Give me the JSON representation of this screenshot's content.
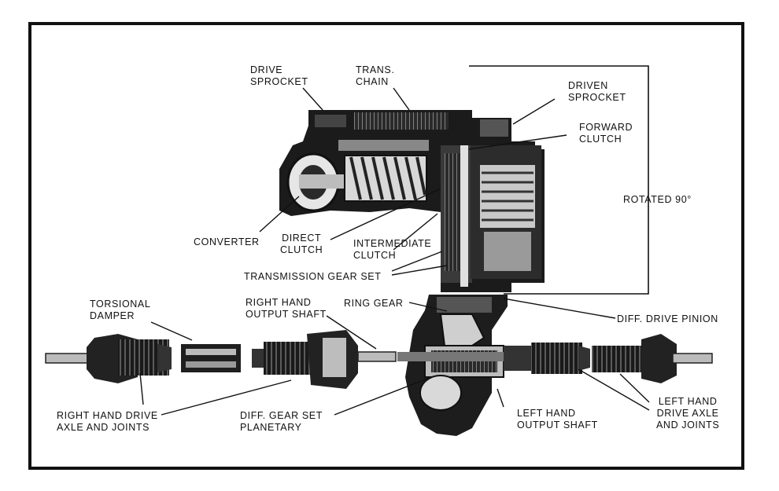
{
  "labels": {
    "drive_sprocket": "DRIVE\nSPROCKET",
    "trans_chain": "TRANS.\nCHAIN",
    "driven_sprocket": "DRIVEN\nSPROCKET",
    "forward_clutch": "FORWARD\nCLUTCH",
    "rotated": "ROTATED 90°",
    "converter": "CONVERTER",
    "direct_clutch": "DIRECT\nCLUTCH",
    "intermediate_clutch": "INTERMEDIATE\nCLUTCH",
    "transmission_gear_set": "TRANSMISSION GEAR SET",
    "torsional_damper": "TORSIONAL\nDAMPER",
    "right_hand_output_shaft": "RIGHT HAND\nOUTPUT SHAFT",
    "ring_gear": "RING GEAR",
    "diff_drive_pinion": "DIFF. DRIVE PINION",
    "right_hand_drive_axle": "RIGHT HAND DRIVE\nAXLE AND JOINTS",
    "diff_gear_set": "DIFF. GEAR SET\nPLANETARY",
    "left_hand_output_shaft": "LEFT HAND\nOUTPUT SHAFT",
    "left_hand_drive_axle": "LEFT HAND\nDRIVE AXLE\nAND JOINTS"
  }
}
